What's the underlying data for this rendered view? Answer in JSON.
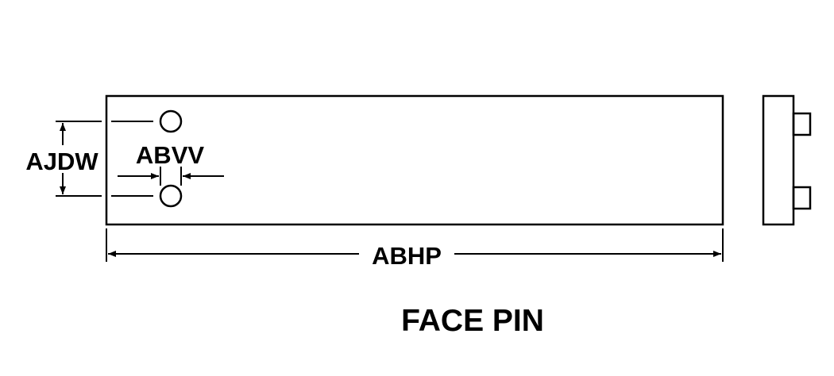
{
  "diagram": {
    "title": "FACE PIN",
    "dimensions": {
      "hole_spacing": "AJDW",
      "hole_diameter": "ABVV",
      "overall_length": "ABHP"
    }
  },
  "colors": {
    "stroke": "#000000",
    "background": "#ffffff"
  }
}
